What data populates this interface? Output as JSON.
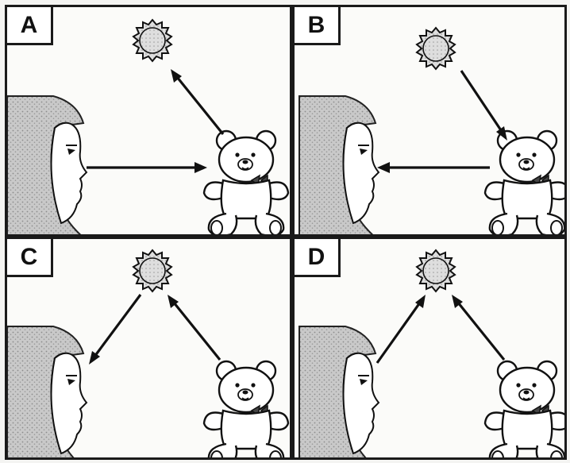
{
  "panels": [
    {
      "id": "A",
      "label": "A",
      "arrows": [
        "girl-to-bear",
        "bear-to-sun"
      ]
    },
    {
      "id": "B",
      "label": "B",
      "arrows": [
        "sun-to-bear",
        "bear-to-girl"
      ]
    },
    {
      "id": "C",
      "label": "C",
      "arrows": [
        "bear-to-sun",
        "sun-to-girl"
      ]
    },
    {
      "id": "D",
      "label": "D",
      "arrows": [
        "girl-to-sun",
        "bear-to-sun"
      ]
    }
  ],
  "icons": {
    "sun": "sun-icon",
    "girl": "girl-in-hijab-icon",
    "bear": "teddy-bear-icon",
    "arrow": "arrow-icon"
  },
  "colors": {
    "ink": "#111111",
    "hijab_shading": "#bdbdbd",
    "sun_fill": "#d9d9d9",
    "background": "#fbfbf9"
  }
}
